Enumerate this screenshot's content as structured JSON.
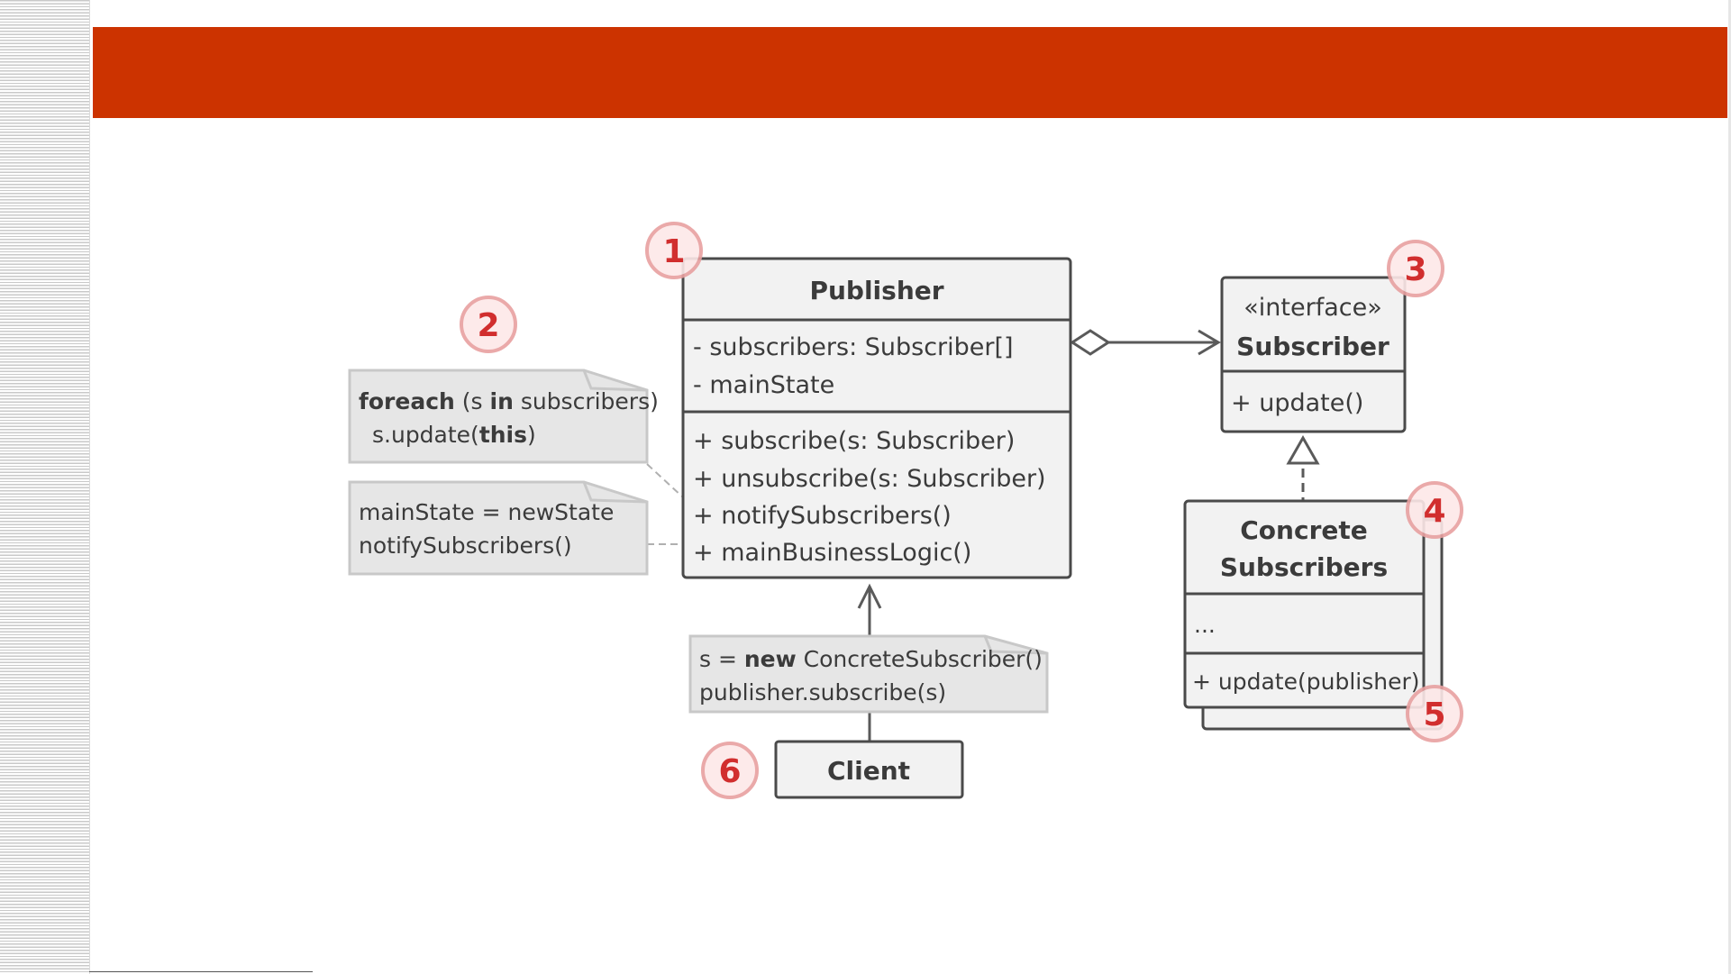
{
  "diagram": {
    "publisher": {
      "title": "Publisher",
      "fields": [
        "- subscribers: Subscriber[]",
        "- mainState"
      ],
      "methods": [
        "+ subscribe(s: Subscriber)",
        "+ unsubscribe(s: Subscriber)",
        "+ notifySubscribers()",
        "+ mainBusinessLogic()"
      ]
    },
    "subscriber": {
      "stereotype": "«interface»",
      "title": "Subscriber",
      "methods": [
        "+ update()"
      ]
    },
    "concrete_subscribers": {
      "title_line1": "Concrete",
      "title_line2": "Subscribers",
      "fields": "...",
      "methods": "+ update(publisher)"
    },
    "client": {
      "title": "Client"
    },
    "notes": {
      "foreach": {
        "kw1": "foreach",
        "t1": " (s ",
        "kw2": "in",
        "t2": " subscribers)",
        "line2_pre": "s.update(",
        "line2_kw": "this",
        "line2_post": ")"
      },
      "main_logic": {
        "line1": "mainState = newState",
        "line2": "notifySubscribers()"
      },
      "client_code": {
        "pre": "s = ",
        "kw": "new",
        "post": " ConcreteSubscriber()",
        "line2": "publisher.subscribe(s)"
      }
    },
    "markers": [
      "1",
      "2",
      "3",
      "4",
      "5",
      "6"
    ],
    "colors": {
      "banner": "#cc3300",
      "marker_fill": "#fde8e8",
      "marker_stroke": "#e8a0a0",
      "marker_text": "#d12e2e",
      "box_fill": "#f2f2f2",
      "note_fill": "#e6e6e6",
      "line": "#5a5a5a"
    }
  }
}
